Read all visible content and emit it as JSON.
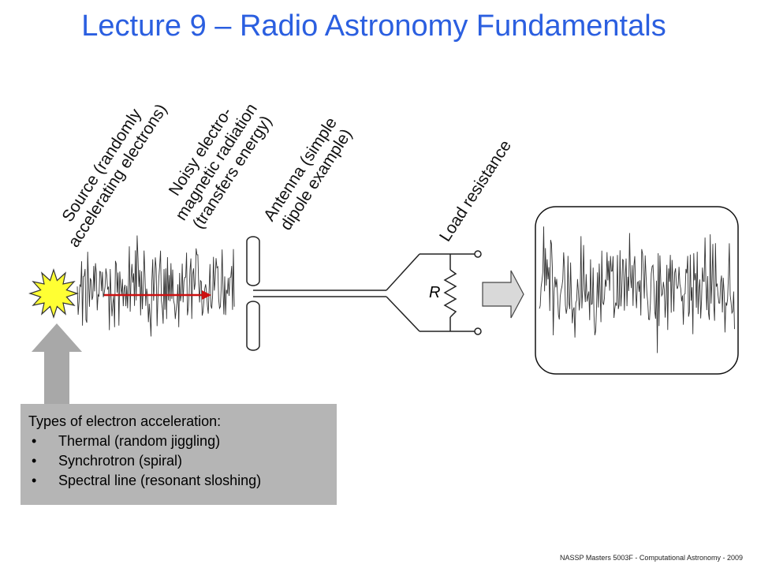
{
  "title": "Lecture 9 – Radio Astronomy Fundamentals",
  "labels": {
    "source": [
      "Source (randomly",
      "accelerating electrons)"
    ],
    "radiation": [
      "Noisy electro-",
      "magnetic radiation",
      "(transfers energy)"
    ],
    "antenna": [
      "Antenna (simple",
      "dipole example)"
    ],
    "load": [
      "Load resistance"
    ]
  },
  "resistor_label": "R",
  "info_box": {
    "heading": "Types of electron acceleration:",
    "items": [
      "Thermal (random jiggling)",
      "Synchrotron (spiral)",
      "Spectral line (resonant sloshing)"
    ]
  },
  "footer": "NASSP Masters 5003F - Computational Astronomy - 2009",
  "colors": {
    "title": "#2b5fe0",
    "star": "#ffff33",
    "arrow": "#cc1111",
    "box": "#b5b5b5",
    "upArrow": "#a8a8a8"
  }
}
